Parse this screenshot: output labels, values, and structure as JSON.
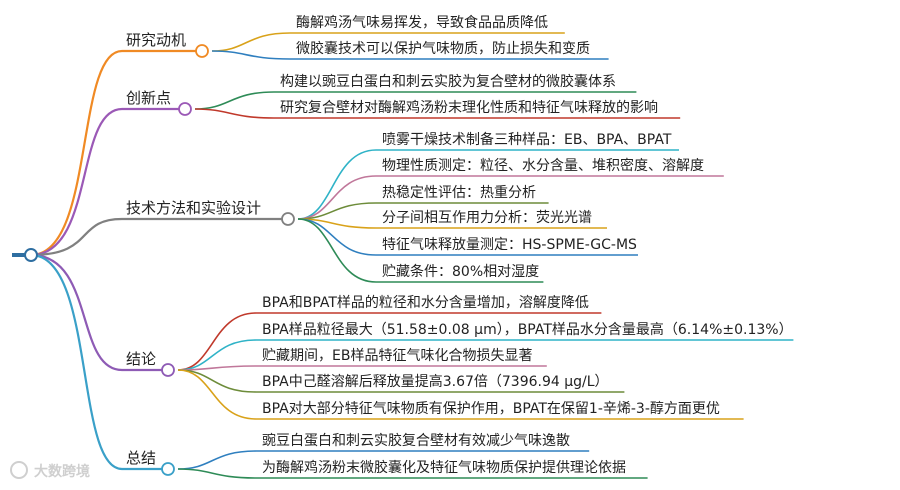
{
  "colors": {
    "root": "#2e6ea1",
    "研究动机": "#f08a24",
    "创新点": "#9b59b6",
    "技术方法和实验设计": "#808080",
    "结论": "#8e5bb5",
    "总结": "#3aa0c8",
    "leaf_palette": [
      "#d9a21a",
      "#2f7fbf",
      "#2e8b57",
      "#c0392b",
      "#2fb3c7",
      "#c0779a",
      "#6d8c3a"
    ]
  },
  "branches": [
    {
      "label": "研究动机",
      "leaves": [
        "酶解鸡汤气味易挥发，导致食品品质降低",
        "微胶囊技术可以保护气味物质，防止损失和变质"
      ]
    },
    {
      "label": "创新点",
      "leaves": [
        "构建以豌豆白蛋白和刺云实胶为复合壁材的微胶囊体系",
        "研究复合壁材对酶解鸡汤粉末理化性质和特征气味释放的影响"
      ]
    },
    {
      "label": "技术方法和实验设计",
      "leaves": [
        "喷雾干燥技术制备三种样品：EB、BPA、BPAT",
        "物理性质测定：粒径、水分含量、堆积密度、溶解度",
        "热稳定性评估：热重分析",
        "分子间相互作用力分析：荧光光谱",
        "特征气味释放量测定：HS-SPME-GC-MS",
        "贮藏条件：80%相对湿度"
      ]
    },
    {
      "label": "结论",
      "leaves": [
        "BPA和BPAT样品的粒径和水分含量增加，溶解度降低",
        "BPA样品粒径最大（51.58±0.08 μm），BPAT样品水分含量最高（6.14%±0.13%）",
        "贮藏期间，EB样品特征气味化合物损失显著",
        "BPA中己醛溶解后释放量提高3.67倍（7396.94 μg/L）",
        "BPA对大部分特征气味物质有保护作用，BPAT在保留1-辛烯-3-醇方面更优"
      ]
    },
    {
      "label": "总结",
      "leaves": [
        "豌豆白蛋白和刺云实胶复合壁材有效减少气味逸散",
        "为酶解鸡汤粉末微胶囊化及特征气味物质保护提供理论依据"
      ]
    }
  ],
  "watermark": "大数跨境"
}
